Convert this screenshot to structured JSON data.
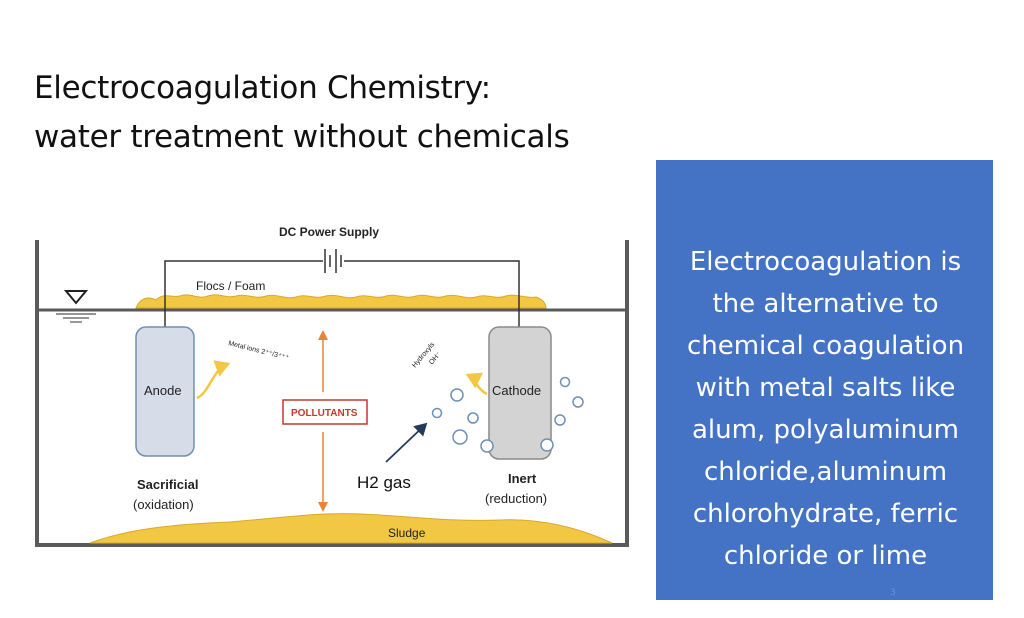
{
  "slide": {
    "title_line1": "Electrocoagulation Chemistry:",
    "title_line2": "water treatment without chemicals",
    "page_number": "3"
  },
  "diagram": {
    "power_supply": "DC Power Supply",
    "flocs": "Flocs / Foam",
    "anode": "Anode",
    "cathode": "Cathode",
    "metal_ions": "Metal ions 2⁺⁺/3⁺⁺⁺",
    "hydroxyls_line1": "Hydroxyls",
    "hydroxyls_line2": "OH⁻",
    "pollutants": "POLLUTANTS",
    "h2_gas": "H2 gas",
    "sacrificial": "Sacrificial",
    "oxidation": "(oxidation)",
    "inert": "Inert",
    "reduction": "(reduction)",
    "sludge": "Sludge"
  },
  "callout": {
    "text": "Electrocoagulation is the alternative to chemical coagulation with metal salts like alum, polyaluminum chloride,aluminum chlorohydrate, ferric chloride or lime"
  },
  "colors": {
    "accent_blue": "#4472c4",
    "electrode_fill": "#d6dde8",
    "cathode_fill": "#d3d3d3",
    "foam": "#f2c744",
    "pollutants_red": "#c0392b",
    "arrow_orange": "#e8833a"
  }
}
